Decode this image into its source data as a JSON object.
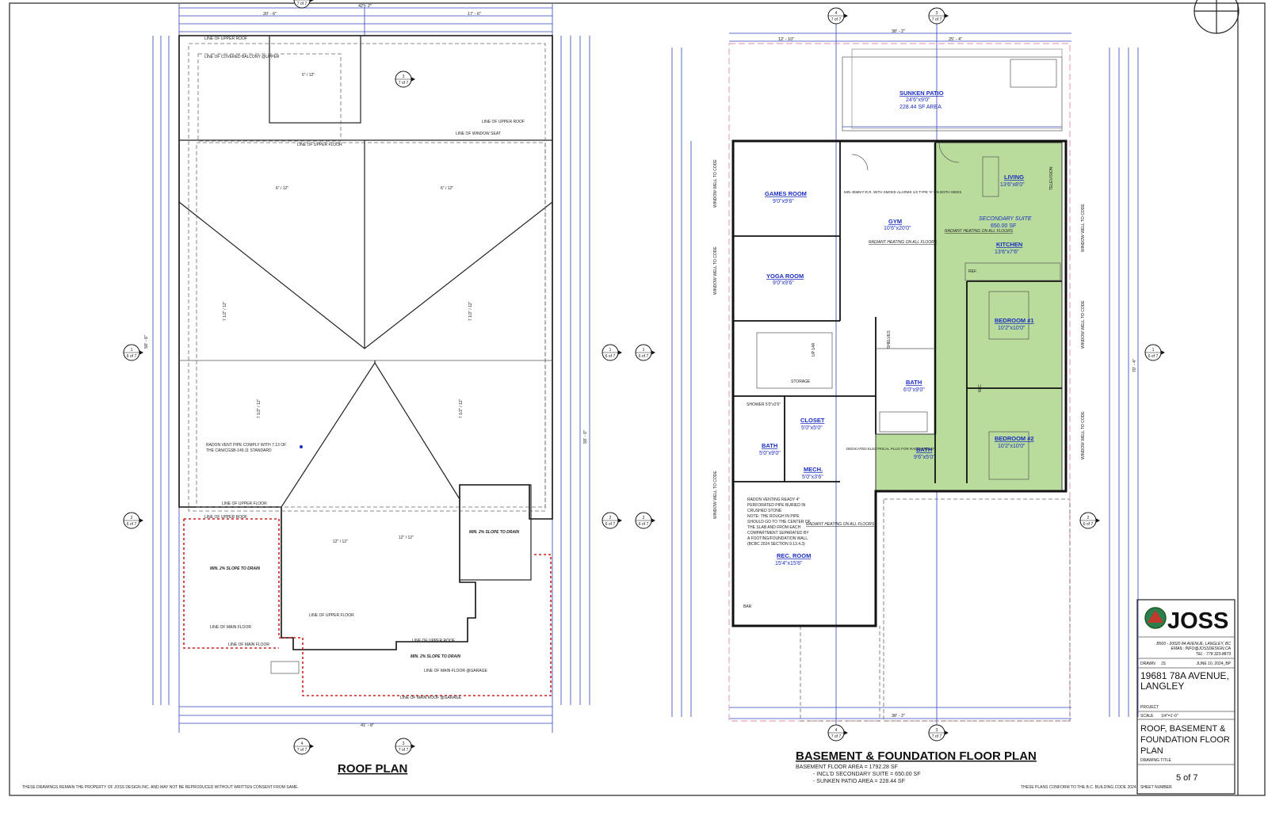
{
  "roof_plan": {
    "title": "ROOF PLAN",
    "dims": {
      "overall_width": "42' - 2\"",
      "bottom_width": "41' - 8\"",
      "top_left": "20' - 6\"",
      "top_right": "17' - 6\"",
      "height_left": "58' - 6\"",
      "height_right": "58' - 0\""
    },
    "labels": {
      "upper_roof": "LINE OF UPPER ROOF",
      "covered_balcony": "LINE OF COVERED BALCONY @UPPER",
      "upper_floor": "LINE OF UPPER FLOOR",
      "window_seat": "LINE OF WINDOW SEAT",
      "main_floor": "LINE OF MAIN FLOOR",
      "main_floor_garage": "LINE OF MAIN FLOOR @GARAGE",
      "main_roof_garage": "LINE OF MAIN ROOF @GARAGE",
      "slope_drain": "MIN. 2% SLOPE TO DRAIN"
    },
    "slopes": [
      "6\" / 12\"",
      "6\" / 12\"",
      "6\" / 12\"",
      "7 1/2\" / 12\"",
      "7 1/2\" / 12\"",
      "7 1/2\" / 12\"",
      "7 1/2\" / 12\"",
      "12\" / 12\"",
      "12\" / 12\""
    ],
    "radon_note_1": "RADON VENT PIPE COMPLY WITH 7.13 OF",
    "radon_note_2": "THE CAN/CGSB-149.11 STANDARD"
  },
  "basement_plan": {
    "title": "BASEMENT & FOUNDATION FLOOR PLAN",
    "areas": [
      "BASEMENT FLOOR AREA = 1792.28 SF",
      "- INCL'D SECONDARY SUITE = 650.00 SF",
      "- SUNKEN PATIO AREA = 228.44 SF"
    ],
    "dims": {
      "overall_top": "38' - 2\"",
      "overall_bottom": "38' - 2\"",
      "top_left": "12' - 10\"",
      "top_right": "25' - 4\"",
      "height": "70' - 4\""
    },
    "rooms": [
      {
        "name": "SUNKEN PATIO",
        "size": "24'6\"x9'0\"",
        "extra": "228.44 SF AREA"
      },
      {
        "name": "GAMES ROOM",
        "size": "9'0\"x9'6\""
      },
      {
        "name": "YOGA ROOM",
        "size": "9'0\"x9'6\""
      },
      {
        "name": "GYM",
        "size": "10'6\"x20'0\""
      },
      {
        "name": "LIVING",
        "size": "13'6\"x8'0\""
      },
      {
        "name": "KITCHEN",
        "size": "13'6\"x7'6\""
      },
      {
        "name": "BEDROOM #1",
        "size": "10'2\"x10'0\""
      },
      {
        "name": "BEDROOM #2",
        "size": "10'2\"x10'0\""
      },
      {
        "name": "BATH",
        "size": "6'0\"x9'0\""
      },
      {
        "name": "BATH",
        "size": "9'6\"x5'0\""
      },
      {
        "name": "BATH",
        "size": "5'0\"x9'0\""
      },
      {
        "name": "CLOSET",
        "size": "5'0\"x5'0\""
      },
      {
        "name": "MECH.",
        "size": "5'0\"x3'6\""
      },
      {
        "name": "REC. ROOM",
        "size": "15'4\"x15'6\""
      }
    ],
    "suite": {
      "name": "SECONDARY SUITE",
      "area": "650.00 SF"
    },
    "radiant": "RADIANT HEATING ON ALL FLOORS",
    "smoke_note": "MIN 45MM F.R.R. WITH SMOKE ALARMS 1/2 TYPE 'X' ON BOTH SIDES",
    "electrical_note": "DEDICATED ELECTRICAL PLUG FOR RADON READY",
    "radon_note": [
      "RADON VENTING READY 4\"",
      "PERFORATED PIPE BURIED IN",
      "CRUSHED STONE",
      "NOTE: THE ROUGH IN PIPE",
      "SHOULD GO TO THE CENTER OF",
      "THE SLAB AND FROM EACH",
      "COMPARTMENT SEPARATED BY",
      "A FOOTING/FOUNDATION WALL.",
      "(BCBC 2024 SECTION 9.13.4.3)"
    ],
    "misc": {
      "storage": "STORAGE",
      "shelves": "SHELVES",
      "ref": "REF.",
      "television": "TELEVISION",
      "bar": "BAR",
      "wic": "WIC",
      "window_well": "WINDOW WELL TO CODE",
      "up": "UP 14R",
      "shower": "SHOWER 5'0\"x2'6\""
    }
  },
  "grid_markers": {
    "ref_4": "4",
    "ref_3": "3",
    "ref_1": "1",
    "ref_2": "2",
    "sheet_7": "7 of 7",
    "sheet_6": "6 of 7"
  },
  "title_block": {
    "logo_text": "JOSS",
    "address": "B500 - 20020 84 AVENUE, LANGLEY, BC",
    "email": "EMAIL: INFO@JOSSDESIGN.CA",
    "tel": "TEL : 778 323-8873",
    "drawn_label": "DRAWN",
    "drawn_by": "JS",
    "date": "JUNE 10, 2024_BP",
    "project_line1": "19681 78A AVENUE,",
    "project_line2": "LANGLEY",
    "project_label": "PROJECT",
    "scale_label": "SCALE",
    "scale": "1/4\"=1'-0\"",
    "title_lines": [
      "ROOF, BASEMENT &",
      "FOUNDATION FLOOR",
      "PLAN"
    ],
    "title_label": "DRAWING TITLE",
    "sheet": "5 of 7",
    "sheet_label": "SHEET NUMBER"
  },
  "footer": {
    "left": "THESE DRAWINGS REMAIN THE PROPERTY OF JOSS DESIGN INC. AND MAY NOT BE REPRODUCED WITHOUT WRITTEN CONSENT FROM SAME.",
    "right": "THESE PLANS CONFORM TO THE B.C. BUILDING CODE 2024"
  },
  "colors": {
    "suite_fill": "#b9dc9c",
    "patio_fill": "#cfe3f5",
    "dimension": "#3344bb",
    "room_label": "#1a2ec0"
  }
}
